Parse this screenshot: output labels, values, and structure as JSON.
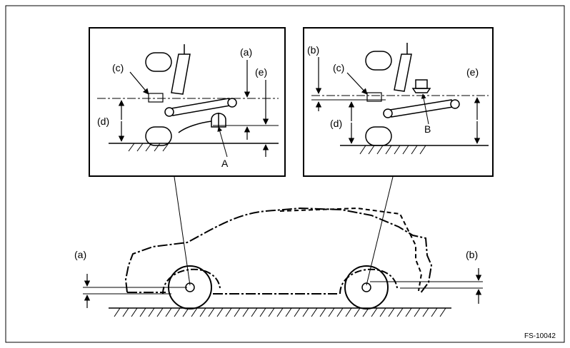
{
  "diagram": {
    "figure_id": "FS-10042",
    "front_inset": {
      "labels": {
        "a": "(a)",
        "c": "(c)",
        "d": "(d)",
        "e": "(e)",
        "part": "A"
      }
    },
    "rear_inset": {
      "labels": {
        "b": "(b)",
        "c": "(c)",
        "d": "(d)",
        "e": "(e)",
        "part": "B"
      }
    },
    "car": {
      "label_front": "(a)",
      "label_rear": "(b)"
    }
  }
}
